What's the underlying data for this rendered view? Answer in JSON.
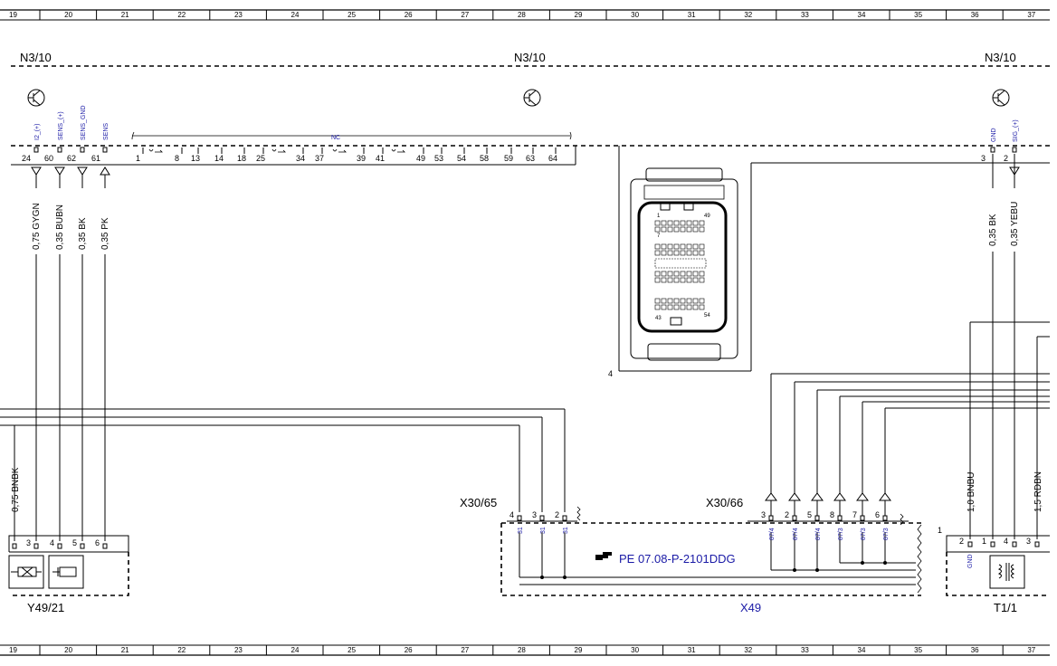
{
  "ruler": {
    "columns": [
      "19",
      "20",
      "21",
      "22",
      "23",
      "24",
      "25",
      "26",
      "27",
      "28",
      "29",
      "30",
      "31",
      "32",
      "33",
      "34",
      "35",
      "36",
      "37"
    ]
  },
  "components": {
    "n3_10_left": "N3/10",
    "n3_10_mid": "N3/10",
    "n3_10_right": "N3/10",
    "y49_21": "Y49/21",
    "x49": "X49",
    "t1_1": "T1/1",
    "x30_65": "X30/65",
    "x30_66": "X30/66",
    "reference": "PE 07.08-P-2101DDG",
    "ref_marker_4": "4",
    "ref_marker_1": "1"
  },
  "n3_signals_left": [
    {
      "pin": "24",
      "signal": "I2_(+)",
      "wire": "0,75 GYGN"
    },
    {
      "pin": "60",
      "signal": "SENS_(+)",
      "wire": "0,35 BUBN"
    },
    {
      "pin": "62",
      "signal": "SENS_GND",
      "wire": "0,35 BK"
    },
    {
      "pin": "61",
      "signal": "SENS",
      "wire": "0,35 PK"
    }
  ],
  "nc_label": "NC",
  "nc_pins": [
    "1",
    "8",
    "13",
    "14",
    "18",
    "25",
    "34",
    "37",
    "39",
    "41",
    "49",
    "53",
    "54",
    "58",
    "59",
    "63",
    "64"
  ],
  "n3_signals_right": [
    {
      "pin": "3",
      "signal": "GND",
      "wire": "0,35 BK"
    },
    {
      "pin": "2",
      "signal": "SIG_(+)",
      "wire": "0,35 YEBU"
    }
  ],
  "connector_face": {
    "pin_tl": "1",
    "pin_tr": "49",
    "pin_7": "7",
    "pin_bl": "43",
    "pin_br": "54"
  },
  "y49_pins": [
    "3",
    "4",
    "5",
    "6"
  ],
  "wire_bnbk": "0,75 BNBK",
  "x30_65_pins": [
    {
      "pin": "4",
      "signal": "31"
    },
    {
      "pin": "3",
      "signal": "31"
    },
    {
      "pin": "2",
      "signal": "31"
    }
  ],
  "x30_66_pins": [
    {
      "pin": "3",
      "signal": "87/4"
    },
    {
      "pin": "2",
      "signal": "87/4"
    },
    {
      "pin": "5",
      "signal": "87/4"
    },
    {
      "pin": "8",
      "signal": "87/3"
    },
    {
      "pin": "7",
      "signal": "87/3"
    },
    {
      "pin": "6",
      "signal": "87/3"
    }
  ],
  "t1_pins": [
    "2",
    "1",
    "4",
    "3"
  ],
  "t1_gnd": "GND",
  "wire_bnbu": "1,0 BNBU",
  "wire_rdbn": "1,5 RDBN"
}
